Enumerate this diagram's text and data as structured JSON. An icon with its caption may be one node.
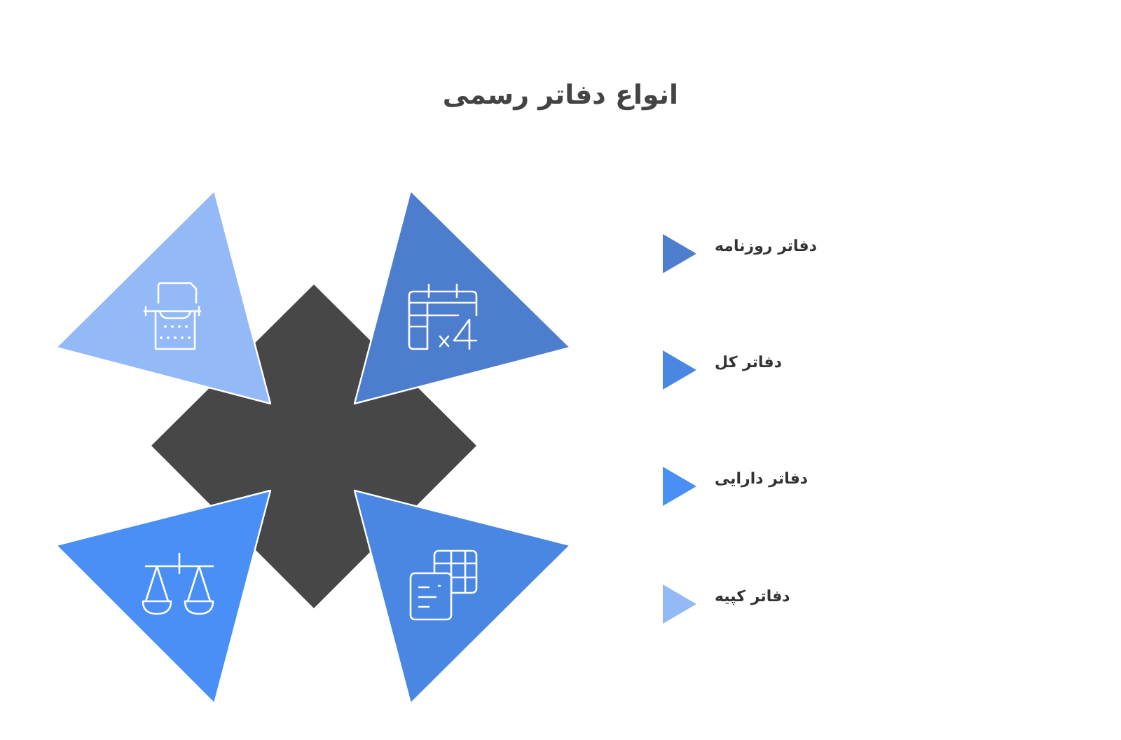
{
  "diagram": {
    "title": "انواع دفاتر رسمی",
    "legend": [
      {
        "text": "دفاتر روزنامه",
        "color": "#4d7dcd"
      },
      {
        "text": "دفاتر کل",
        "color": "#4a87e3"
      },
      {
        "text": "دفاتر دارایی",
        "color": "#4a8ff5"
      },
      {
        "text": "دفاتر کپیه",
        "color": "#93b9f7"
      }
    ]
  }
}
